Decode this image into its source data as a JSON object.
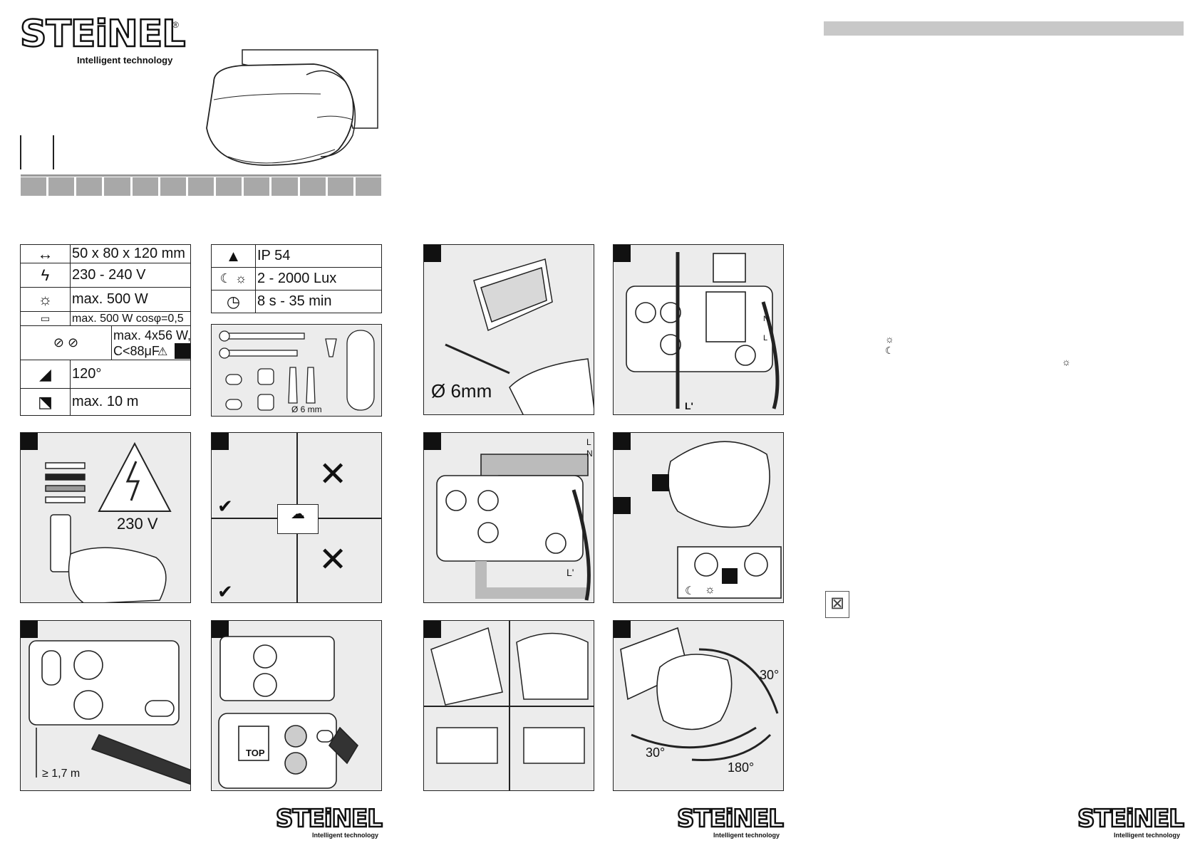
{
  "brand": {
    "name": "STEiNEL",
    "tagline": "Intelligent technology",
    "registered_mark": "®"
  },
  "specs_left": [
    {
      "icon": "dimensions-icon",
      "value": "50 x 80 x 120 mm"
    },
    {
      "icon": "voltage-icon",
      "value": "230 - 240 V"
    },
    {
      "icon": "bulb-icon",
      "value": "max. 500 W"
    },
    {
      "icon": "fluorescent-tube-icon",
      "value": "max. 500 W cosφ=0,5"
    },
    {
      "icon": "ballast-icon",
      "value": "max. 4x56 W,",
      "value2": "C<88μF"
    },
    {
      "icon": "detection-angle-icon",
      "value": "120°"
    },
    {
      "icon": "reach-icon",
      "value": "max. 10 m"
    }
  ],
  "specs_right": [
    {
      "icon": "ip-drop-icon",
      "value": "IP 54"
    },
    {
      "icon": "twilight-icon",
      "value": "2 - 2000 Lux"
    },
    {
      "icon": "timer-icon",
      "value": "8 s - 35 min"
    }
  ],
  "labels": {
    "drill_size": "Ø 6mm",
    "plug_size": "Ø 6 mm",
    "voltage": "230 V",
    "mount_height": "≥ 1,7 m",
    "top": "TOP",
    "angle_top": "30°",
    "angle_bottom": "30°",
    "angle_rotation": "180°",
    "wire_n": "N",
    "wire_l": "L",
    "wire_l_out": "L'",
    "sun_glyph": "☼",
    "moon_glyph": "☾"
  }
}
